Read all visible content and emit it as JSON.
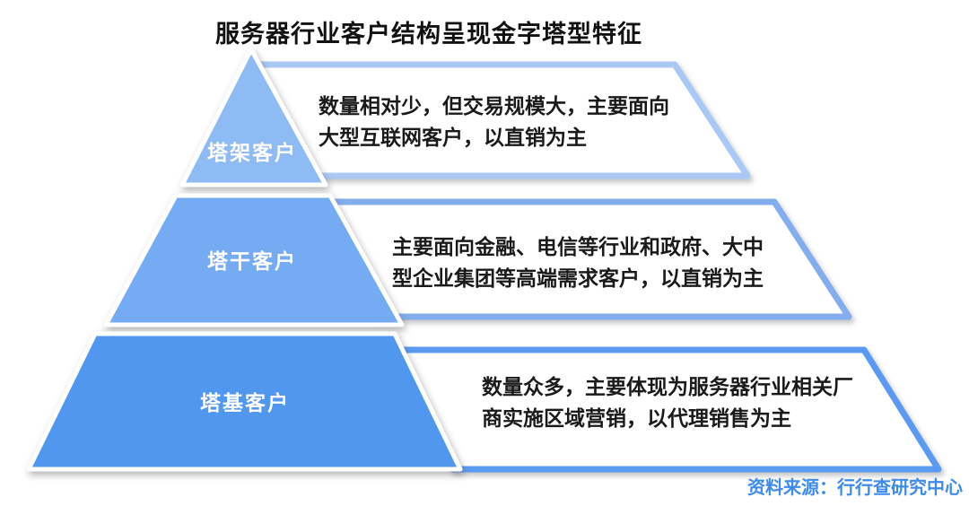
{
  "title": "服务器行业客户结构呈现金字塔型特征",
  "pyramid": {
    "tiers": [
      {
        "label": "塔架客户",
        "fill": "#8FBBF5"
      },
      {
        "label": "塔干客户",
        "fill": "#74ABF2"
      },
      {
        "label": "塔基客户",
        "fill": "#5197F0"
      }
    ],
    "stroke": "#FFFFFF"
  },
  "banners": [
    {
      "border": "#A9C8F3",
      "fill": "#FFFFFF",
      "lines": [
        "数量相对少，但交易规模大，主要面向",
        "大型互联网客户，以直销为主"
      ]
    },
    {
      "border": "#84ADEE",
      "fill": "#FFFFFF",
      "lines": [
        "主要面向金融、电信等行业和政府、大中",
        "型企业集团等高端需求客户，以直销为主"
      ]
    },
    {
      "border": "#5B9AF3",
      "fill": "#FFFFFF",
      "lines": [
        "数量众多，主要体现为服务器行业相关厂",
        "商实施区域营销，以代理销售为主"
      ]
    }
  ],
  "source": "资料来源：行行查研究中心",
  "colors": {
    "title_text": "#111111",
    "banner_text": "#1A1A1A",
    "label_text": "#FFFFFF",
    "source_text": "#3E8BF0",
    "background": "#FFFFFF"
  }
}
